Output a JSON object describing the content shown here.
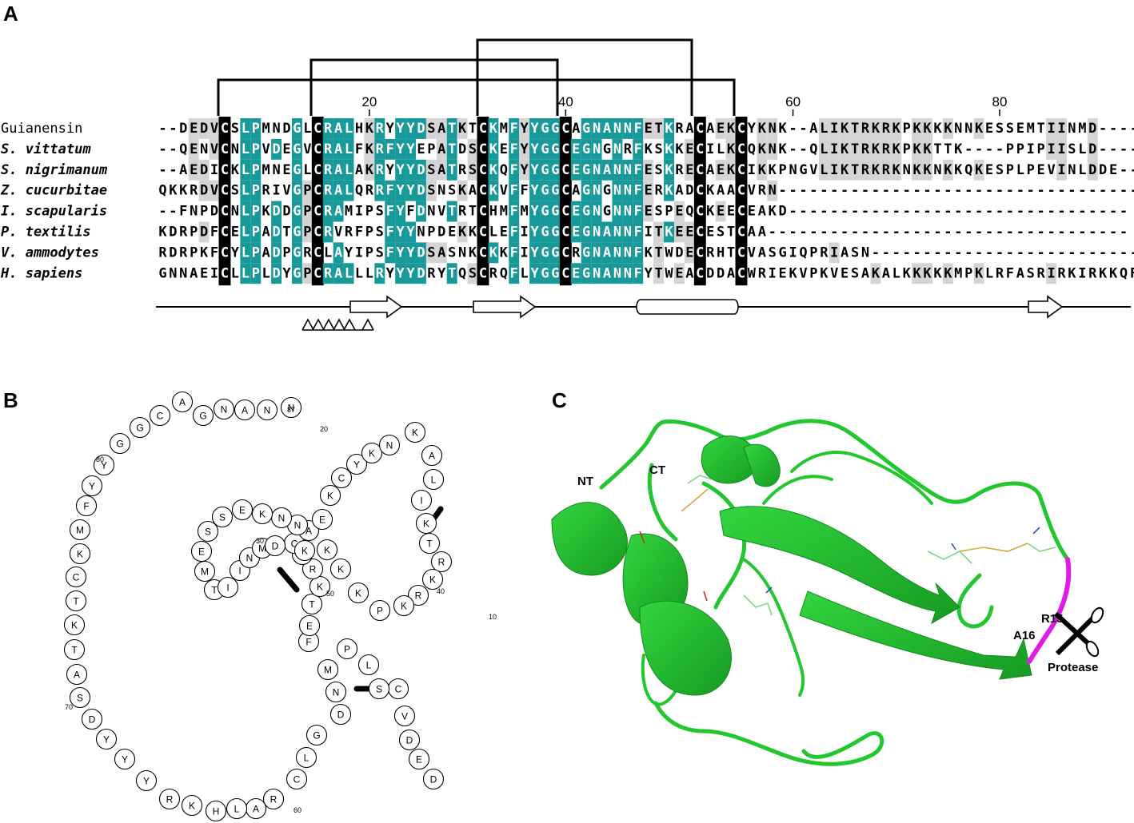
{
  "panels": {
    "a": "A",
    "b": "B",
    "c": "C"
  },
  "colors": {
    "identical": "#17999a",
    "similar": "#d4d4d4",
    "cysteine": "#000000",
    "protein_green": "#22c62f",
    "protease_site": "#e21ae6"
  },
  "alignment": {
    "ticks": [
      "20",
      "40",
      "60",
      "80"
    ],
    "sequences": [
      {
        "name": "Guianensin",
        "seq": "--DEDVCSLPMNDGLCRALHKRYYYDSATKTCKMFYYGGCAGNANNFETKRACAEKCYKNK--ALIKTRKRKPKKKKNNKESSEMTIINMD----"
      },
      {
        "name": "S. vittatum",
        "seq": "--QENVCNLPVDEGVCRALFKRFYYEPATDSCKEFYYGGCEGNGNRFKSKKECILKCQKNK--QLIKTRKRKPKKTTK----PPIPIISLD----"
      },
      {
        "name": "S. nigrimanum",
        "seq": "--AEDICKLPMNEGLCRALAKRYYYDSATRSCKQFYYGGCEGNANNFESKRECAEKCIKKPNGVLIKTRKRKNKKNKKQKESPLPEVINLDDE---"
      },
      {
        "name": "Z. cucurbitae",
        "seq": "QKKRDVCSLPRIVGPCRALQRRFYYDSNSKACKVFFYGGCAGNGNNFERKADCKAACVRN-----------------------------------"
      },
      {
        "name": "I. scapularis",
        "seq": "--FNPDCNLPKDDGPCRAMIPSFYFDNVTRTCHMFMYGGCEGNGNNFESPEQCKEECEAKD---------------------------------"
      },
      {
        "name": "P. textilis",
        "seq": "KDRPDFCELPADTGPCRVRFPSFYYNPDEKKCLEFIYGGCEGNANNFITKEECESTCAA-----------------------------------"
      },
      {
        "name": "V. ammodytes",
        "seq": "RDRPKFCYLPADPGRCLAYIPSFYYDSASNKCKKFIYGGCRGNANNFKTWDECRHTCVASGIQPRIASN---------------------------"
      },
      {
        "name": "H. sapiens",
        "seq": "GNNAEICLLPLDYGPCRALLLRYYYDRYTQSCRQFLYGGCEGNANNFYTWEACDDACWRIEKVPKVESAKALKKKKKMPKLRFASRIRKIRKKQF"
      }
    ]
  },
  "residue_chain": [
    "D",
    "E",
    "D",
    "V",
    "C",
    "S",
    "L",
    "P",
    "M",
    "N",
    "D",
    "G",
    "L",
    "C",
    "R",
    "A",
    "L",
    "H",
    "K",
    "R",
    "Y",
    "Y",
    "Y",
    "D",
    "S",
    "A",
    "T",
    "K",
    "T",
    "C",
    "K",
    "M",
    "F",
    "Y",
    "Y",
    "G",
    "G",
    "C",
    "A",
    "G",
    "N",
    "A",
    "N",
    "N",
    "F",
    "E",
    "T",
    "K",
    "R",
    "A",
    "C",
    "A",
    "E",
    "K",
    "C",
    "Y",
    "K",
    "N",
    "K",
    "A",
    "L",
    "I",
    "K",
    "T",
    "R",
    "K",
    "R",
    "K",
    "P",
    "K",
    "K",
    "K",
    "K",
    "N",
    "N",
    "K",
    "E",
    "S",
    "S",
    "E",
    "M",
    "T",
    "I",
    "I",
    "N",
    "M",
    "D"
  ],
  "residue_positions": [
    "10",
    "20",
    "30",
    "40",
    "50",
    "60",
    "70",
    "80",
    "87"
  ],
  "structure_labels": {
    "nt": "NT",
    "ct": "CT",
    "r15": "R15",
    "a16": "A16",
    "protease": "Protease"
  }
}
